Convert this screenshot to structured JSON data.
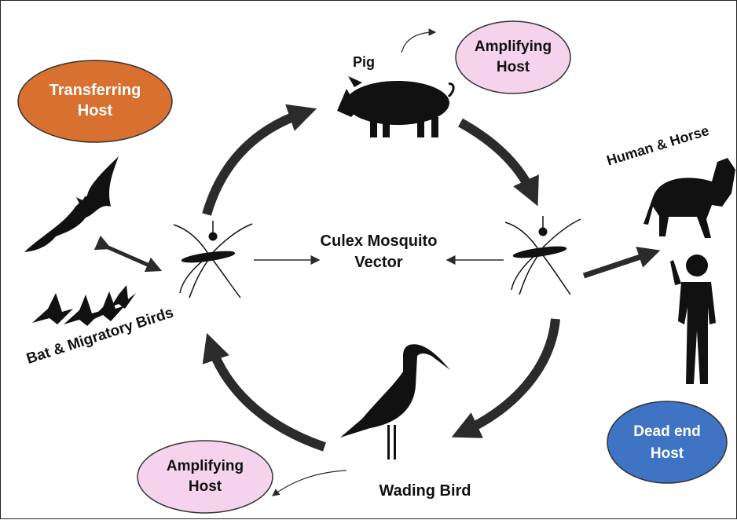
{
  "diagram": {
    "center": {
      "line1": "Culex Mosquito",
      "line2": "Vector"
    },
    "pig_label": "Pig",
    "human_horse_label": "Human & Horse",
    "bat_birds_label": "Bat & Migratory Birds",
    "wading_bird_label": "Wading Bird",
    "ovals": {
      "transferring": {
        "line1": "Transferring",
        "line2": "Host",
        "color": "#d8702f",
        "text_color": "#ffffff"
      },
      "amplifying_top": {
        "line1": "Amplifying",
        "line2": "Host",
        "color": "#f5d3ec",
        "text_color": "#111111"
      },
      "amplifying_bottom": {
        "line1": "Amplifying",
        "line2": "Host",
        "color": "#f5d3ec",
        "text_color": "#111111"
      },
      "dead_end": {
        "line1": "Dead end",
        "line2": "Host",
        "color": "#3f74c4",
        "text_color": "#ffffff"
      }
    },
    "icons": [
      "bat-icon",
      "migratory-birds-icon",
      "mosquito-icon",
      "pig-icon",
      "horse-icon",
      "human-icon",
      "stork-icon"
    ]
  }
}
